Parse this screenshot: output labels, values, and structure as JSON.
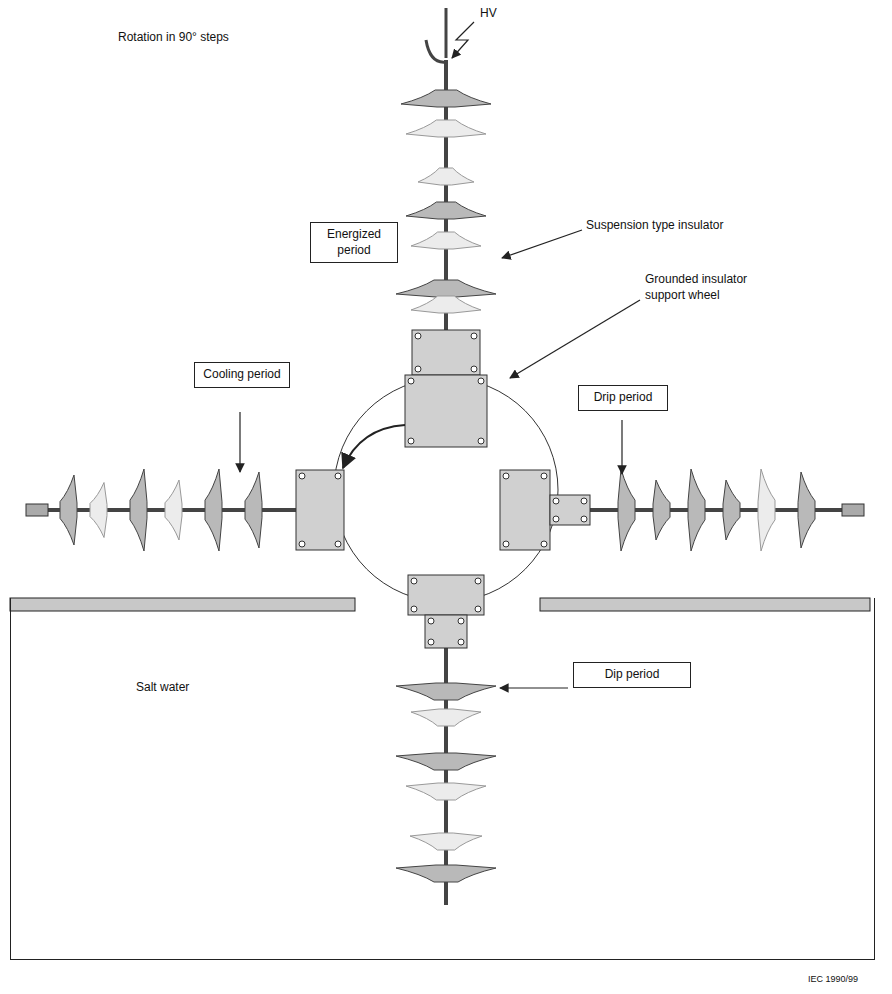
{
  "diagram": {
    "nodes": [
      {
        "text": [
          "Energized period"
        ]
      },
      {
        "text": [
          "Cooling period"
        ]
      },
      {
        "text": [
          "Drip period"
        ]
      },
      {
        "text": [
          "Salt water"
        ]
      },
      {
        "text": [
          "Dip period"
        ],
        "in": 3
      }
    ],
    "labels": [
      "Rotation in 90° steps",
      "HV",
      "Suspension type insulator",
      "Grounded insulator support wheel",
      "IEC 1990/99"
    ]
  }
}
